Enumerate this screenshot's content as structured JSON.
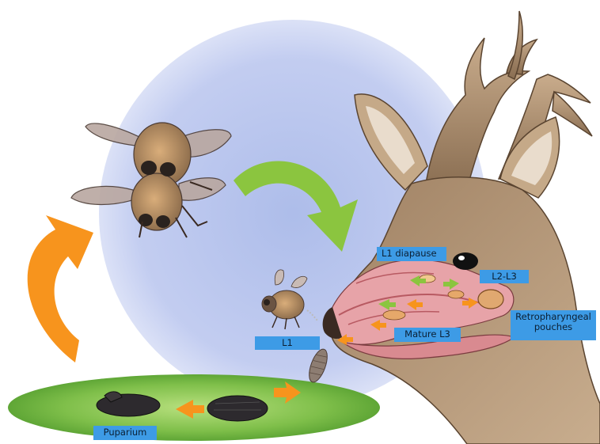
{
  "labels": {
    "l1": "L1",
    "l1_diapause": "L1 diapause",
    "l2_l3": "L2-L3",
    "mature_l3": "Mature L3",
    "retropharyngeal": "Retropharyngeal\npouches",
    "puparium": "Puparium"
  },
  "colors": {
    "cycle_background": "#c4cdee",
    "ground": "#7fbf4a",
    "label_fill": "#3d9be6",
    "arrow_green": "#8bc53f",
    "arrow_orange": "#f7941d",
    "tissue": "#e7a3a8"
  },
  "illustrations": {
    "flies": "mating-bot-flies",
    "small_fly": "adult-bot-fly",
    "host": "roe-deer-head-sagittal-section",
    "pupae": "pupae"
  }
}
